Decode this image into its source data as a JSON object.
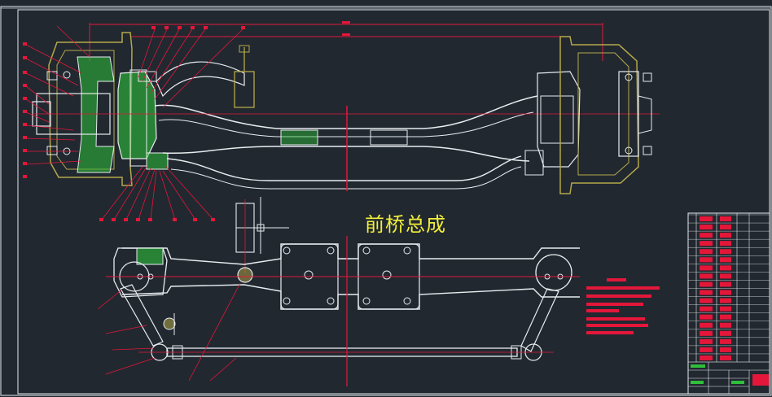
{
  "drawing": {
    "title": "前桥总成"
  },
  "colors": {
    "background": "#212830",
    "outline": "#e8ecef",
    "dimension": "#e4173a",
    "hatch": "#2fbf3a",
    "brake_drum": "#b5a84a",
    "title_text": "#f2ef3a",
    "cursor": "#e8ecef"
  },
  "views": [
    "front-view",
    "top-view"
  ],
  "notes": {
    "technical_requirements_lines": 8
  },
  "title_block": {
    "parts_list_rows": 18
  }
}
